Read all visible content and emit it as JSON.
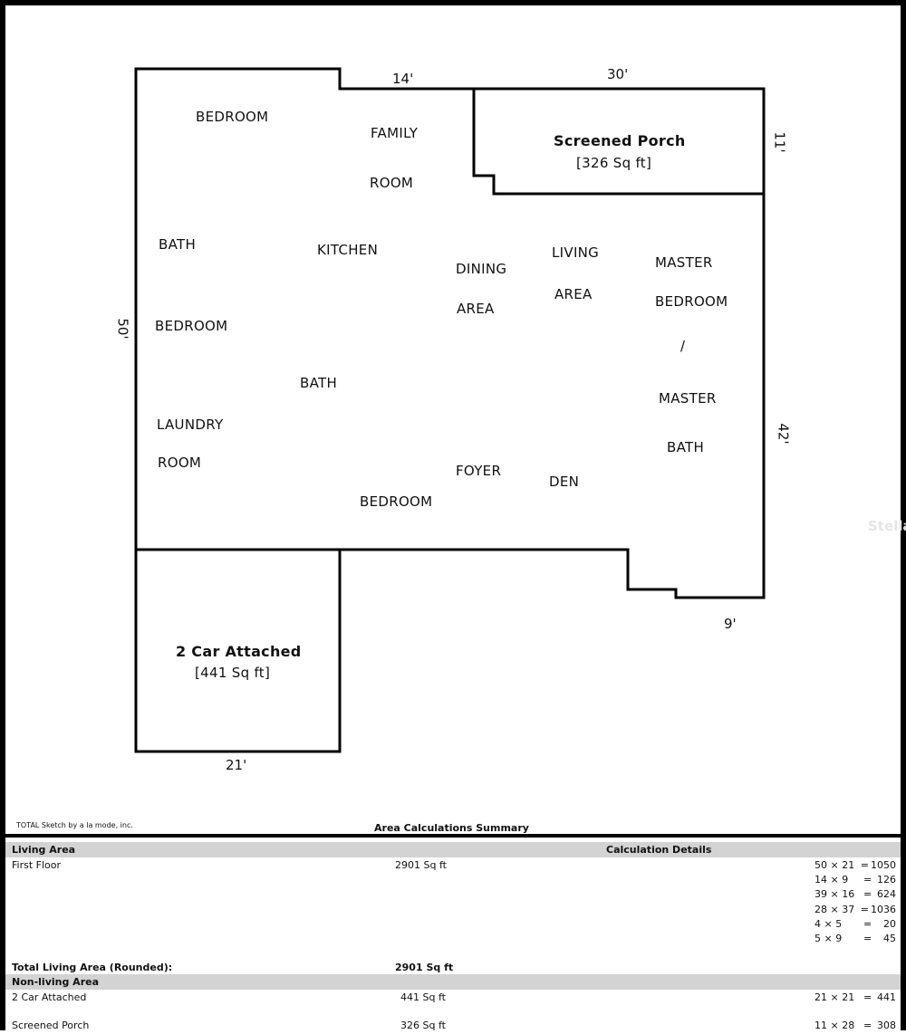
{
  "plan": {
    "rooms": [
      "BEDROOM",
      "FAMILY",
      "ROOM",
      "BATH",
      "KITCHEN",
      "DINING",
      "AREA",
      "LIVING",
      "AREA",
      "MASTER",
      "BEDROOM",
      "/",
      "MASTER",
      "BATH",
      "BEDROOM",
      "BATH",
      "LAUNDRY",
      "ROOM",
      "FOYER",
      "DEN",
      "BEDROOM"
    ],
    "dimensions": {
      "top_left": "14'",
      "top_right": "30'",
      "porch_side": "11'",
      "left": "50'",
      "right": "42'",
      "bottom_step": "9'",
      "garage_bottom": "21'"
    },
    "porch": {
      "name": "Screened Porch",
      "area": "[326 Sq ft]"
    },
    "garage": {
      "name": "2 Car Attached",
      "area": "[441 Sq ft]"
    }
  },
  "watermark": "Stellar",
  "credit": "TOTAL Sketch by a la mode, inc.",
  "summary": {
    "title": "Area Calculations Summary",
    "living_header": "Living Area",
    "details_header": "Calculation Details",
    "first_floor": {
      "label": "First Floor",
      "area": "2901 Sq ft"
    },
    "first_floor_calcs": [
      {
        "expr": "50 × 21",
        "eq": "=",
        "result": "1050"
      },
      {
        "expr": "14 × 9",
        "eq": "=",
        "result": "126"
      },
      {
        "expr": "39 × 16",
        "eq": "=",
        "result": "624"
      },
      {
        "expr": "28 × 37",
        "eq": "=",
        "result": "1036"
      },
      {
        "expr": "4 × 5",
        "eq": "=",
        "result": "20"
      },
      {
        "expr": "5 × 9",
        "eq": "=",
        "result": "45"
      }
    ],
    "total_label": "Total Living Area (Rounded):",
    "total_value": "2901 Sq ft",
    "nonliving_header": "Non-living Area",
    "garage": {
      "label": "2 Car Attached",
      "area": "441 Sq ft",
      "calc": {
        "expr": "21 × 21",
        "eq": "=",
        "result": "441"
      }
    },
    "porch": {
      "label": "Screened Porch",
      "area": "326 Sq ft",
      "calc": {
        "expr": "11 × 28",
        "eq": "=",
        "result": "308"
      }
    }
  }
}
